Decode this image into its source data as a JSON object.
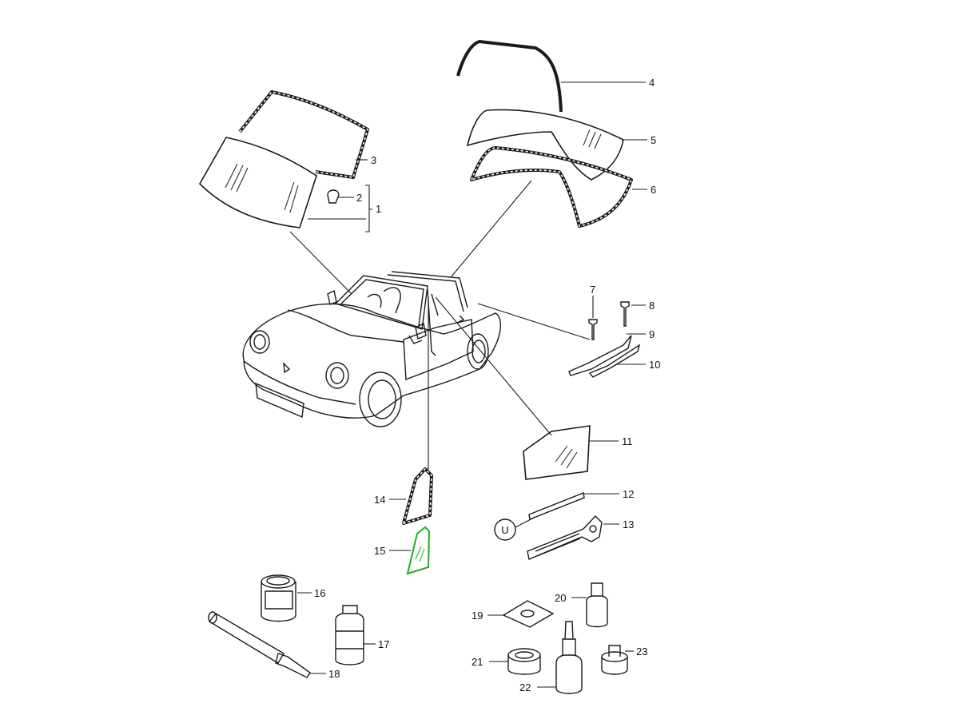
{
  "diagram": {
    "part_numbers": [
      "1",
      "2",
      "3",
      "4",
      "5",
      "6",
      "7",
      "8",
      "9",
      "10",
      "11",
      "12",
      "13",
      "14",
      "15",
      "16",
      "17",
      "18",
      "19",
      "20",
      "21",
      "22",
      "23"
    ],
    "symbol_u": "U",
    "highlight_color": "#1bb01b",
    "highlighted_part": "15"
  }
}
